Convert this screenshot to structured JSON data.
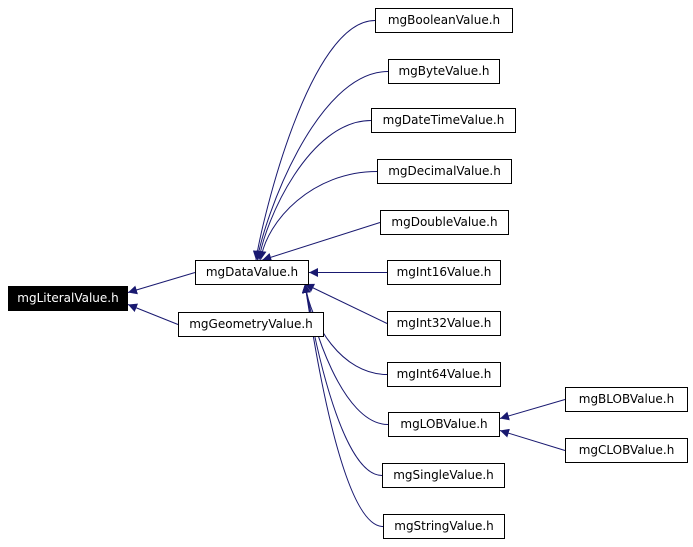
{
  "colors": {
    "edge": "#191970",
    "node_border": "#000000",
    "root_fill": "#000000",
    "root_text": "#ffffff"
  },
  "nodes": {
    "literal": "mgLiteralValue.h",
    "data": "mgDataValue.h",
    "geometry": "mgGeometryValue.h",
    "boolean": "mgBooleanValue.h",
    "byte": "mgByteValue.h",
    "datetime": "mgDateTimeValue.h",
    "decimal": "mgDecimalValue.h",
    "double": "mgDoubleValue.h",
    "int16": "mgInt16Value.h",
    "int32": "mgInt32Value.h",
    "int64": "mgInt64Value.h",
    "lob": "mgLOBValue.h",
    "single": "mgSingleValue.h",
    "string": "mgStringValue.h",
    "blob": "mgBLOBValue.h",
    "clob": "mgCLOBValue.h"
  },
  "edges": [
    {
      "from": "data",
      "to": "literal"
    },
    {
      "from": "geometry",
      "to": "literal"
    },
    {
      "from": "boolean",
      "to": "data"
    },
    {
      "from": "byte",
      "to": "data"
    },
    {
      "from": "datetime",
      "to": "data"
    },
    {
      "from": "decimal",
      "to": "data"
    },
    {
      "from": "double",
      "to": "data"
    },
    {
      "from": "int16",
      "to": "data"
    },
    {
      "from": "int32",
      "to": "data"
    },
    {
      "from": "int64",
      "to": "data"
    },
    {
      "from": "lob",
      "to": "data"
    },
    {
      "from": "single",
      "to": "data"
    },
    {
      "from": "string",
      "to": "data"
    },
    {
      "from": "blob",
      "to": "lob"
    },
    {
      "from": "clob",
      "to": "lob"
    }
  ]
}
